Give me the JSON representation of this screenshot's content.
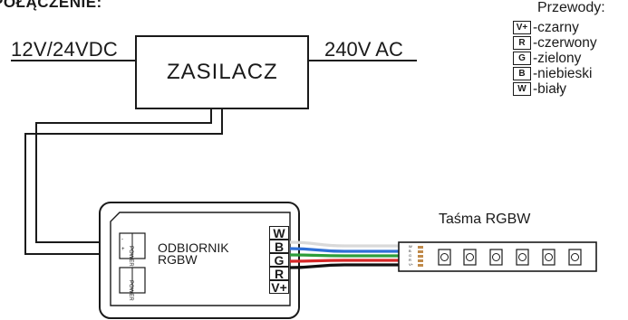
{
  "title": "POŁĄCZENIE:",
  "psu": {
    "label": "ZASILACZ",
    "output": "12V/24VDC",
    "input": "240V AC"
  },
  "legend": {
    "heading": "Przewody:",
    "items": [
      {
        "code": "V+",
        "label": "-czarny"
      },
      {
        "code": "R",
        "label": "-czerwony"
      },
      {
        "code": "G",
        "label": "-zielony"
      },
      {
        "code": "B",
        "label": "-niebieski"
      },
      {
        "code": "W",
        "label": "-biały"
      }
    ]
  },
  "receiver": {
    "name_line1": "ODBIORNIK",
    "name_line2": "RGBW",
    "power_label": "POWER",
    "terminals": [
      "W",
      "B",
      "G",
      "R",
      "V+"
    ]
  },
  "strip": {
    "label": "Taśma  RGBW",
    "pad_labels": [
      "W",
      "B",
      "G",
      "R",
      "V+"
    ]
  },
  "wire_colors": {
    "W": "#d9d9d9",
    "B": "#2f6fd6",
    "G": "#2e9e3a",
    "R": "#d62828",
    "V+": "#111111"
  }
}
